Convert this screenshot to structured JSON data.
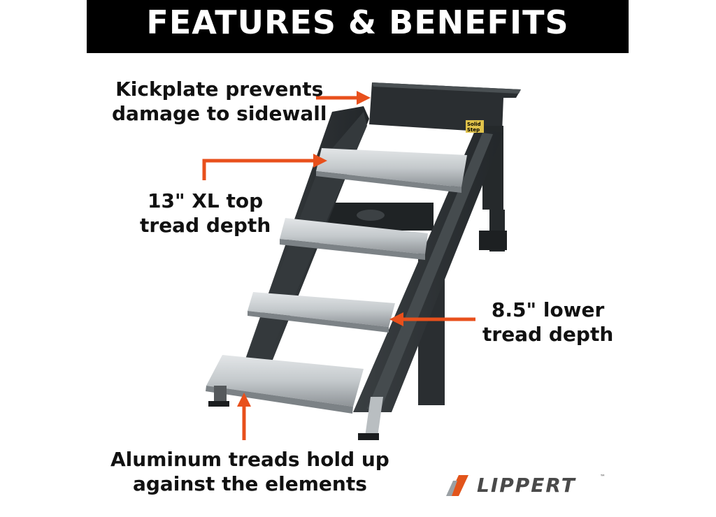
{
  "banner": {
    "title": "FEATURES & BENEFITS"
  },
  "callouts": {
    "kickplate": [
      "Kickplate prevents",
      "damage to sidewall"
    ],
    "top_tread": [
      "13\" XL top",
      "tread depth"
    ],
    "lower_tread": [
      "8.5\" lower",
      "tread depth"
    ],
    "aluminum": [
      "Aluminum treads hold up",
      "against the elements"
    ]
  },
  "logo": {
    "text": "LIPPERT",
    "trademark": "™",
    "mark_color": "#e2541b"
  },
  "badge": {
    "text_line1": "Solid",
    "text_line2": "Step"
  },
  "colors": {
    "arrow": "#e8501c",
    "banner": "#000000",
    "frame": "#2f3336",
    "tread": "#c9ced1"
  },
  "icons": [
    "arrow-icon",
    "step-illustration",
    "lippert-logo-icon"
  ]
}
